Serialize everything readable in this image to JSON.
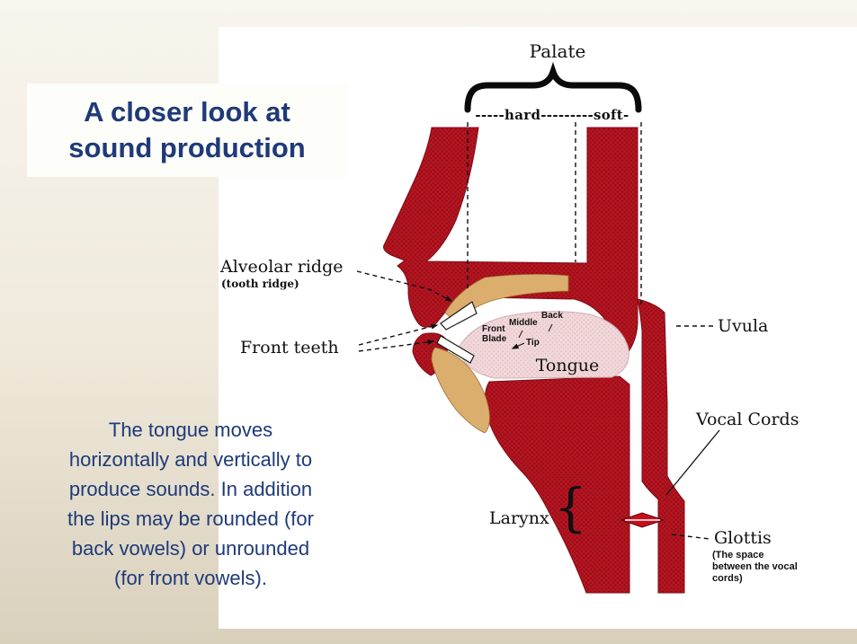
{
  "slide": {
    "title": "A closer look at\nsound production",
    "body_text": "The tongue moves\nhorizontally and vertically to\nproduce sounds. In addition\nthe lips may be rounded (for\nback vowels) or unrounded\n(for front vowels)."
  },
  "diagram": {
    "labels": {
      "palate": "Palate",
      "hard_soft": "-----hard---------soft-",
      "alveolar_ridge": "Alveolar ridge",
      "alveolar_ridge_sub": "(tooth ridge)",
      "front_teeth": "Front teeth",
      "uvula": "Uvula",
      "tongue": "Tongue",
      "tongue_back": "Back",
      "tongue_middle": "Middle",
      "tongue_front": "Front",
      "tongue_blade": "Blade",
      "tongue_tip": "Tip",
      "vocal_cords": "Vocal Cords",
      "larynx": "Larynx",
      "larynx_brace": "{",
      "glottis": "Glottis",
      "glottis_note": "(The space\nbetween the vocal\ncords)"
    },
    "colors": {
      "tract_red": "#b41420",
      "tract_red_dark": "#8c0e18",
      "ridge_tan": "#dcae6e",
      "tongue_pink": "#f1d8da",
      "text_blue": "#1e3a78",
      "annotation_black": "#111111"
    }
  }
}
